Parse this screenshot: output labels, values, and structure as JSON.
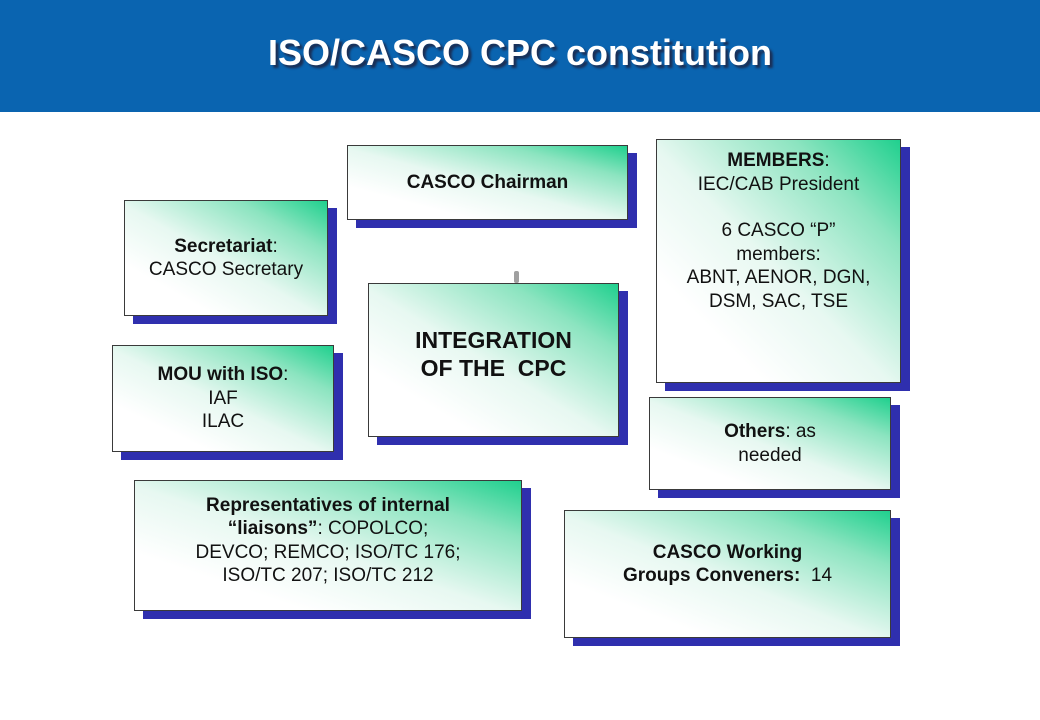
{
  "header": {
    "title": "ISO/CASCO CPC constitution"
  },
  "boxes": {
    "chairman": {
      "line1": "CASCO Chairman"
    },
    "secretariat": {
      "bold": "Secretariat",
      "rest": ":",
      "line2": "CASCO Secretary"
    },
    "members": {
      "bold": "MEMBERS",
      "rest": ":",
      "line2": "IEC/CAB President",
      "line3": "6 CASCO “P”",
      "line4": "members:",
      "line5": "ABNT, AENOR, DGN,",
      "line6": "DSM, SAC, TSE"
    },
    "integration": {
      "line1": "INTEGRATION",
      "line2": "OF THE  CPC"
    },
    "mou": {
      "bold": "MOU with ISO",
      "rest": ":",
      "line2": "IAF",
      "line3": "ILAC"
    },
    "others": {
      "bold": "Others",
      "rest": ": as",
      "line2": "needed"
    },
    "representatives": {
      "line1": "Representatives of internal",
      "bold2": "“liaisons”",
      "rest2": ": COPOLCO;",
      "line3": "DEVCO; REMCO; ISO/TC 176;",
      "line4": "ISO/TC 207; ISO/TC 212"
    },
    "working_groups": {
      "line1": "CASCO Working",
      "bold2": "Groups Conveners:",
      "rest2": "  14"
    }
  }
}
